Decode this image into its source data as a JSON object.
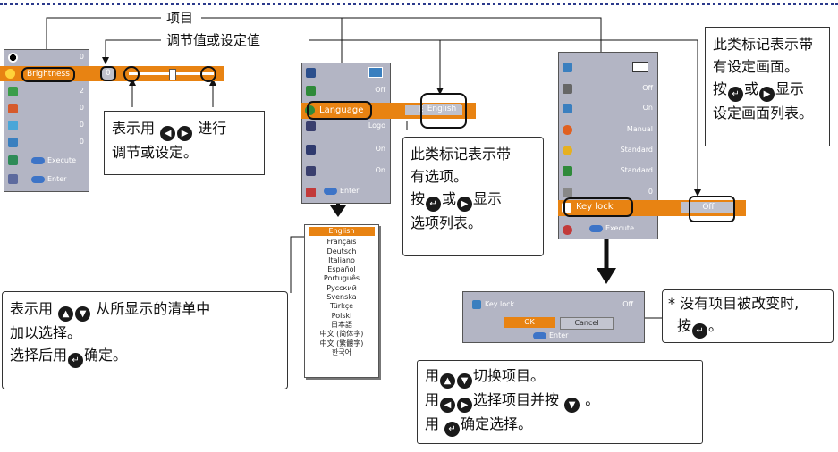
{
  "callouts": {
    "item": "项目",
    "adjust": "调节值或设定值"
  },
  "menu1": {
    "rows": [
      {
        "value": "0"
      },
      {
        "label": "Brightness",
        "value": "0"
      },
      {
        "value": "2"
      },
      {
        "value": "0"
      },
      {
        "value": "0"
      },
      {
        "value": "0"
      }
    ],
    "execute": "Execute",
    "enter": "Enter",
    "icons": [
      "contrast-icon",
      "brightness-icon",
      "color-icon",
      "tint-icon",
      "sharpness-icon",
      "image-mode-icon",
      "reset-icon"
    ]
  },
  "slider": {
    "value": "0",
    "fraction": 0.5
  },
  "box_adjust": {
    "line1a": "表示用",
    "line1b": "进行",
    "line2": "调节或设定。"
  },
  "menu2": {
    "values": [
      "Off",
      "Logo",
      "On",
      "On"
    ],
    "language_label": "Language",
    "language_value": "English",
    "enter": "Enter",
    "icons": [
      "screen-icon",
      "blackboard-icon",
      "language-icon",
      "off-icon",
      "picture-icon",
      "mute-icon",
      "menu-icon"
    ]
  },
  "language_value_callout": "English",
  "languages": [
    "English",
    "Français",
    "Deutsch",
    "Italiano",
    "Español",
    "Português",
    "Русский",
    "Svenska",
    "Türkçe",
    "Polski",
    "日本語",
    "中文 (简体字)",
    "中文 (繁體字)",
    "한국어"
  ],
  "box_options": {
    "line1": "此类标记表示带",
    "line2": "有选项。",
    "line3a": "按",
    "line3b": "或",
    "line3c": "显示",
    "line4": "选项列表。"
  },
  "box_list_select": {
    "line1a": "表示用",
    "line1b": "从所显示的清单中",
    "line2": "加以选择。",
    "line3a": "选择后用",
    "line3b": "确定。"
  },
  "menu3": {
    "values": [
      "Off",
      "On",
      "Manual",
      "Standard",
      "Standard",
      "0"
    ],
    "keylock_label": "Key lock",
    "keylock_value": "Off",
    "execute": "Execute",
    "icons": [
      "pip-icon",
      "power-icon",
      "fan-icon",
      "timer-icon",
      "lamp-icon",
      "cooling-icon",
      "network-icon",
      "key-lock-icon",
      "reset-icon"
    ]
  },
  "box_screen": {
    "line1": "此类标记表示带",
    "line2": "有设定画面。",
    "line3a": "按",
    "line3b": "或",
    "line3c": "显示",
    "line4": "设定画面列表。"
  },
  "keylock_dialog": {
    "title": "Key lock",
    "value": "Off",
    "ok": "OK",
    "cancel": "Cancel",
    "enter": "Enter"
  },
  "box_note": {
    "line1": "* 没有项目被改变时,",
    "line2a": "按",
    "line2b": "。"
  },
  "box_steps": {
    "line1a": "用",
    "line1b": "切换项目。",
    "line2a": "用",
    "line2b": "选择项目并按",
    "line2c": "。",
    "line3a": "用",
    "line3b": "确定选择。"
  },
  "colors": {
    "accent": "#e88312",
    "menu_bg": "#b3b5c4",
    "dotted_line": "#2b3a8c",
    "enter_pill": "#3d74c7"
  }
}
